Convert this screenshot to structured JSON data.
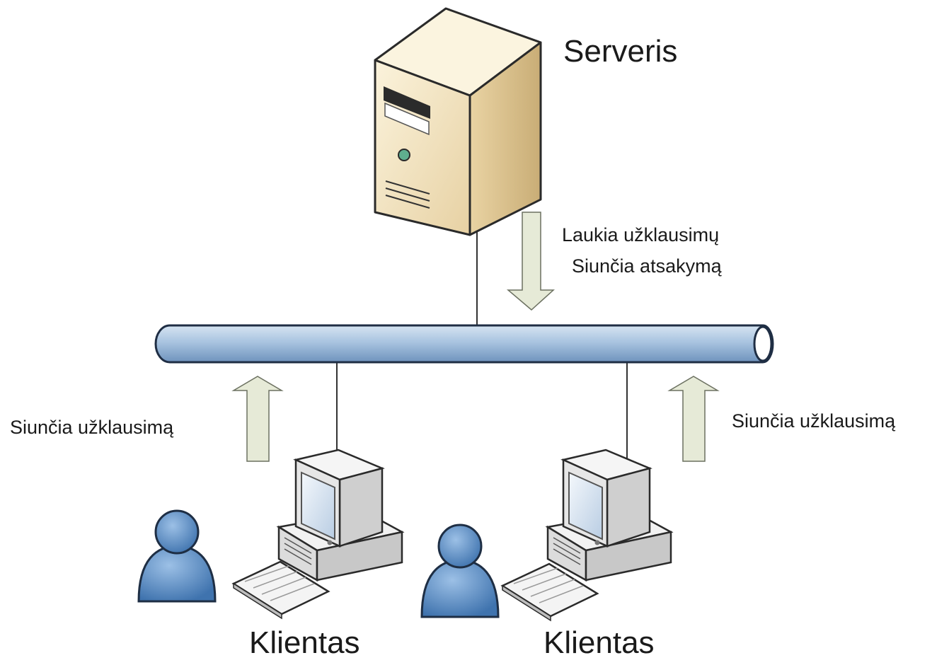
{
  "server": {
    "label": "Serveris"
  },
  "server_note": {
    "line1": "Laukia užklausimų",
    "line2": "Siunčia atsakymą"
  },
  "clients": [
    {
      "label": "Klientas",
      "arrow_label": "Siunčia užklausimą"
    },
    {
      "label": "Klientas",
      "arrow_label": "Siunčia užklausimą"
    }
  ],
  "colors": {
    "bus_fill": "#a9c4e0",
    "arrow_fill": "#e6ead7",
    "server_body": "#f3e4c2",
    "user_fill": "#5b8fc9"
  }
}
